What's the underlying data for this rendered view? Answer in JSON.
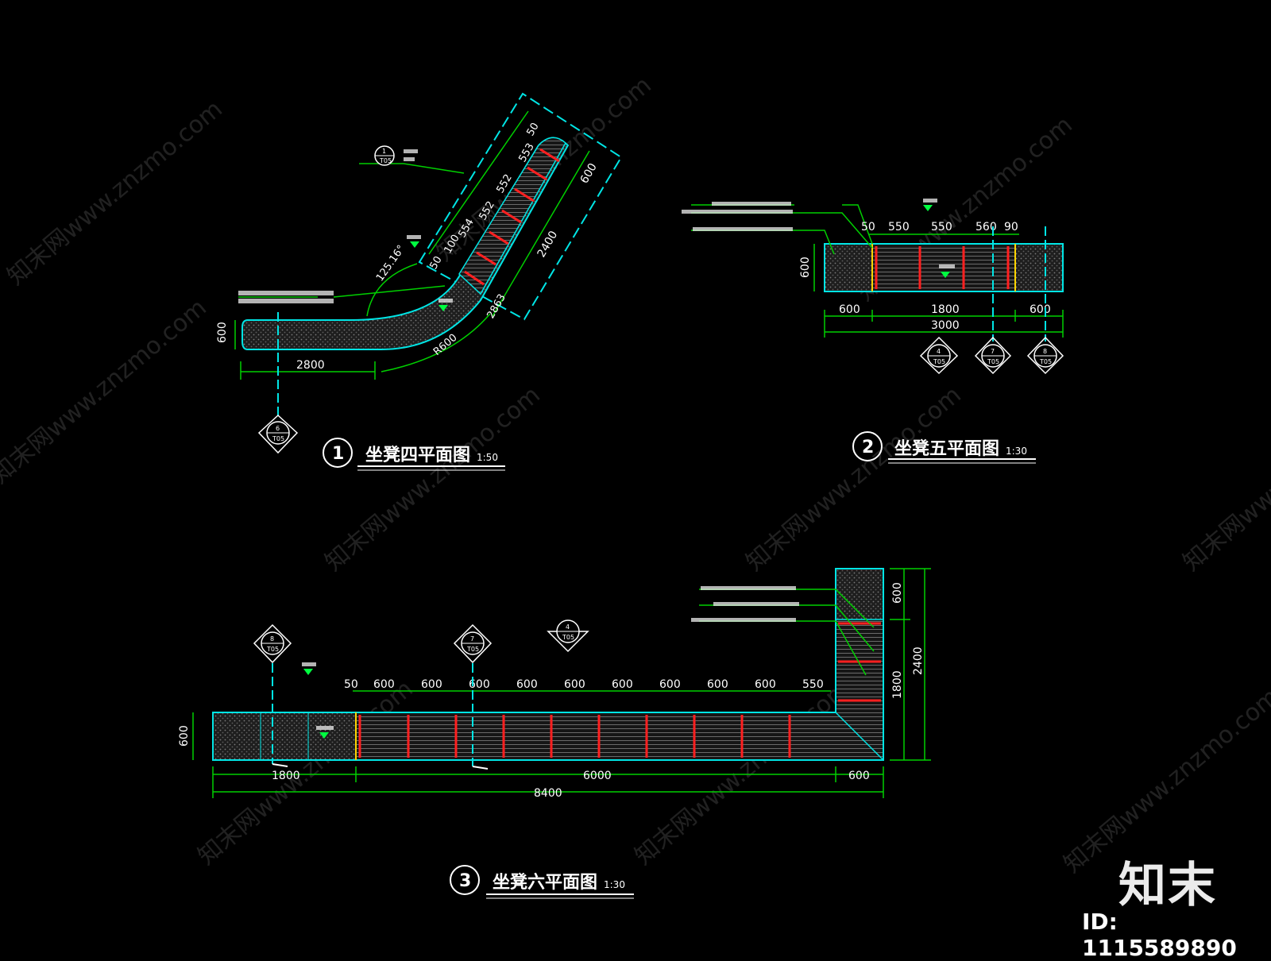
{
  "colors": {
    "background": "#000000",
    "outline": "#00e5e5",
    "dimension": "#00d000",
    "slat": "#ff2020",
    "marker": "#00ff40",
    "text": "#ffffff"
  },
  "plan1": {
    "number": "1",
    "title": "坐凳四平面图",
    "scale": "1:50",
    "dims": {
      "width_600": "600",
      "length_2800": "2800",
      "seg_2400": "2400",
      "seat_600": "600",
      "d_50a": "50",
      "d_553": "553",
      "d_552a": "552",
      "d_552b": "552",
      "d_554": "554",
      "d_50b": "50",
      "d_100": "100",
      "d_2863": "2863",
      "angle": "125.16°",
      "radius": "R600"
    },
    "section_tag": {
      "num": "6",
      "sheet": "T05"
    },
    "detail_tag": {
      "num": "1",
      "sheet": "T05"
    }
  },
  "plan2": {
    "number": "2",
    "title": "坐凳五平面图",
    "scale": "1:30",
    "dims": {
      "top": [
        "50",
        "550",
        "550",
        "560",
        "90"
      ],
      "left_600": "600",
      "bottom": [
        "600",
        "1800",
        "600"
      ],
      "total": "3000"
    },
    "tags": [
      {
        "num": "4",
        "sheet": "T05"
      },
      {
        "num": "7",
        "sheet": "T05"
      },
      {
        "num": "8",
        "sheet": "T05"
      }
    ]
  },
  "plan3": {
    "number": "3",
    "title": "坐凳六平面图",
    "scale": "1:30",
    "dims": {
      "top": [
        "50",
        "600",
        "600",
        "600",
        "600",
        "600",
        "600",
        "600",
        "600",
        "600",
        "550"
      ],
      "left_600": "600",
      "bottom": [
        "1800",
        "6000",
        "600"
      ],
      "total": "8400",
      "right_600": "600",
      "right_1800": "1800",
      "right_2400": "2400"
    },
    "tags": [
      {
        "num": "8",
        "sheet": "T05"
      },
      {
        "num": "7",
        "sheet": "T05"
      },
      {
        "num": "4",
        "sheet": "T05"
      }
    ]
  },
  "watermark": {
    "brand": "知末",
    "id": "ID: 1115589890",
    "repeat_text": "知末网www.znzmo.com"
  }
}
